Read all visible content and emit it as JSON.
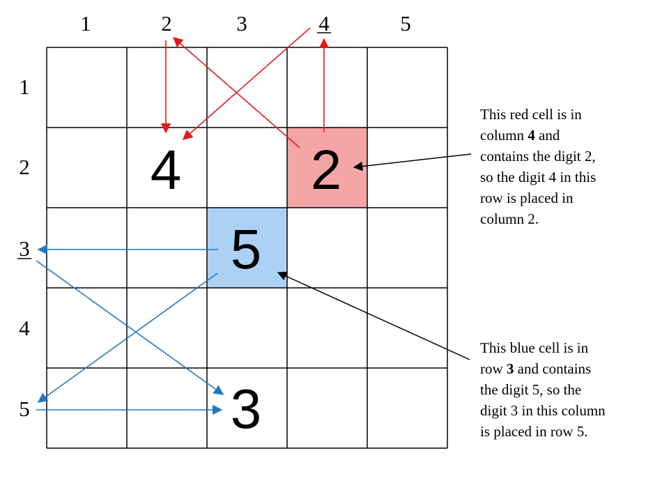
{
  "column_labels": [
    "1",
    "2",
    "3",
    "4",
    "5"
  ],
  "row_labels": [
    "1",
    "2",
    "3",
    "4",
    "5"
  ],
  "underlined_column_label": "4",
  "underlined_row_label": "3",
  "grid": {
    "rows": 5,
    "cols": 5
  },
  "cells": [
    {
      "name": "cell-r2-c2-digit-4",
      "row": 2,
      "col": 2,
      "digit": "4",
      "fill": ""
    },
    {
      "name": "cell-r2-c4-digit-2",
      "row": 2,
      "col": 4,
      "digit": "2",
      "fill": "#f4a5a5"
    },
    {
      "name": "cell-r3-c3-digit-5",
      "row": 3,
      "col": 3,
      "digit": "5",
      "fill": "#acd1f5"
    },
    {
      "name": "cell-r5-c3-digit-3",
      "row": 5,
      "col": 3,
      "digit": "3",
      "fill": ""
    }
  ],
  "colors": {
    "red_arrow": "#e31a1c",
    "blue_arrow": "#1f77c4",
    "black_arrow": "#000000",
    "grid_line": "#000000"
  },
  "notes": {
    "red": {
      "line1": "This red cell is in",
      "line2a": "column ",
      "line2b": "4",
      "line2c": " and",
      "line3": "contains the digit 2,",
      "line4": "so the digit 4 in this",
      "line5": "row is placed in",
      "line6": "column 2."
    },
    "blue": {
      "line1": "This blue cell is in",
      "line2a": "row ",
      "line2b": "3",
      "line2c": " and contains",
      "line3": "the digit 5, so the",
      "line4": "digit 3 in this column",
      "line5": "is placed in row 5."
    }
  }
}
